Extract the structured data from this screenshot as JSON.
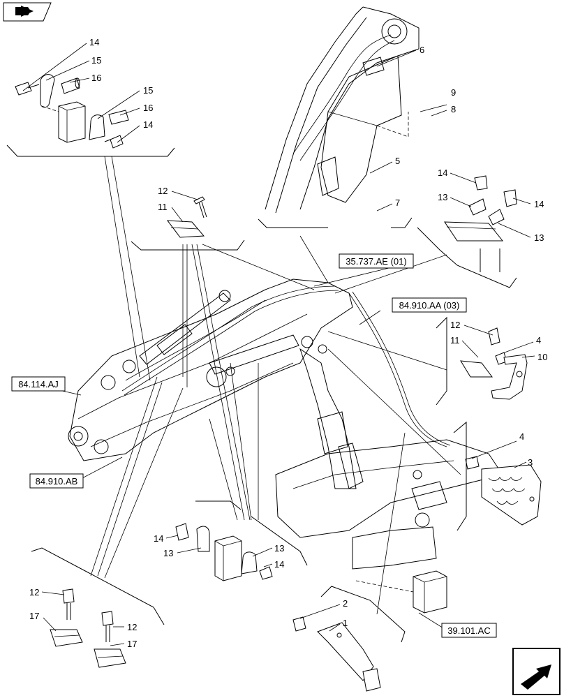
{
  "references": {
    "r35737": "35.737.AE (01)",
    "r84910aa": "84.910.AA (03)",
    "r84114": "84.114.AJ",
    "r84910ab": "84.910.AB",
    "r39101": "39.101.AC"
  },
  "callouts": {
    "c1": "1",
    "c2": "2",
    "c3": "3",
    "c4a": "4",
    "c4b": "4",
    "c5": "5",
    "c6": "6",
    "c7": "7",
    "c8": "8",
    "c9": "9",
    "c10": "10",
    "c11a": "11",
    "c11b": "11",
    "c12a": "12",
    "c12b": "12",
    "c12c": "12",
    "c12d": "12",
    "c13a": "13",
    "c13b": "13",
    "c13c": "13",
    "c13d": "13",
    "c14a": "14",
    "c14b": "14",
    "c14c": "14",
    "c14d": "14",
    "c14e": "14",
    "c14f": "14",
    "c15a": "15",
    "c15b": "15",
    "c16a": "16",
    "c16b": "16",
    "c17a": "17",
    "c17b": "17"
  },
  "icons": {
    "top_left": "book-arrow-icon",
    "bottom_right": "next-page-arrow-icon"
  }
}
